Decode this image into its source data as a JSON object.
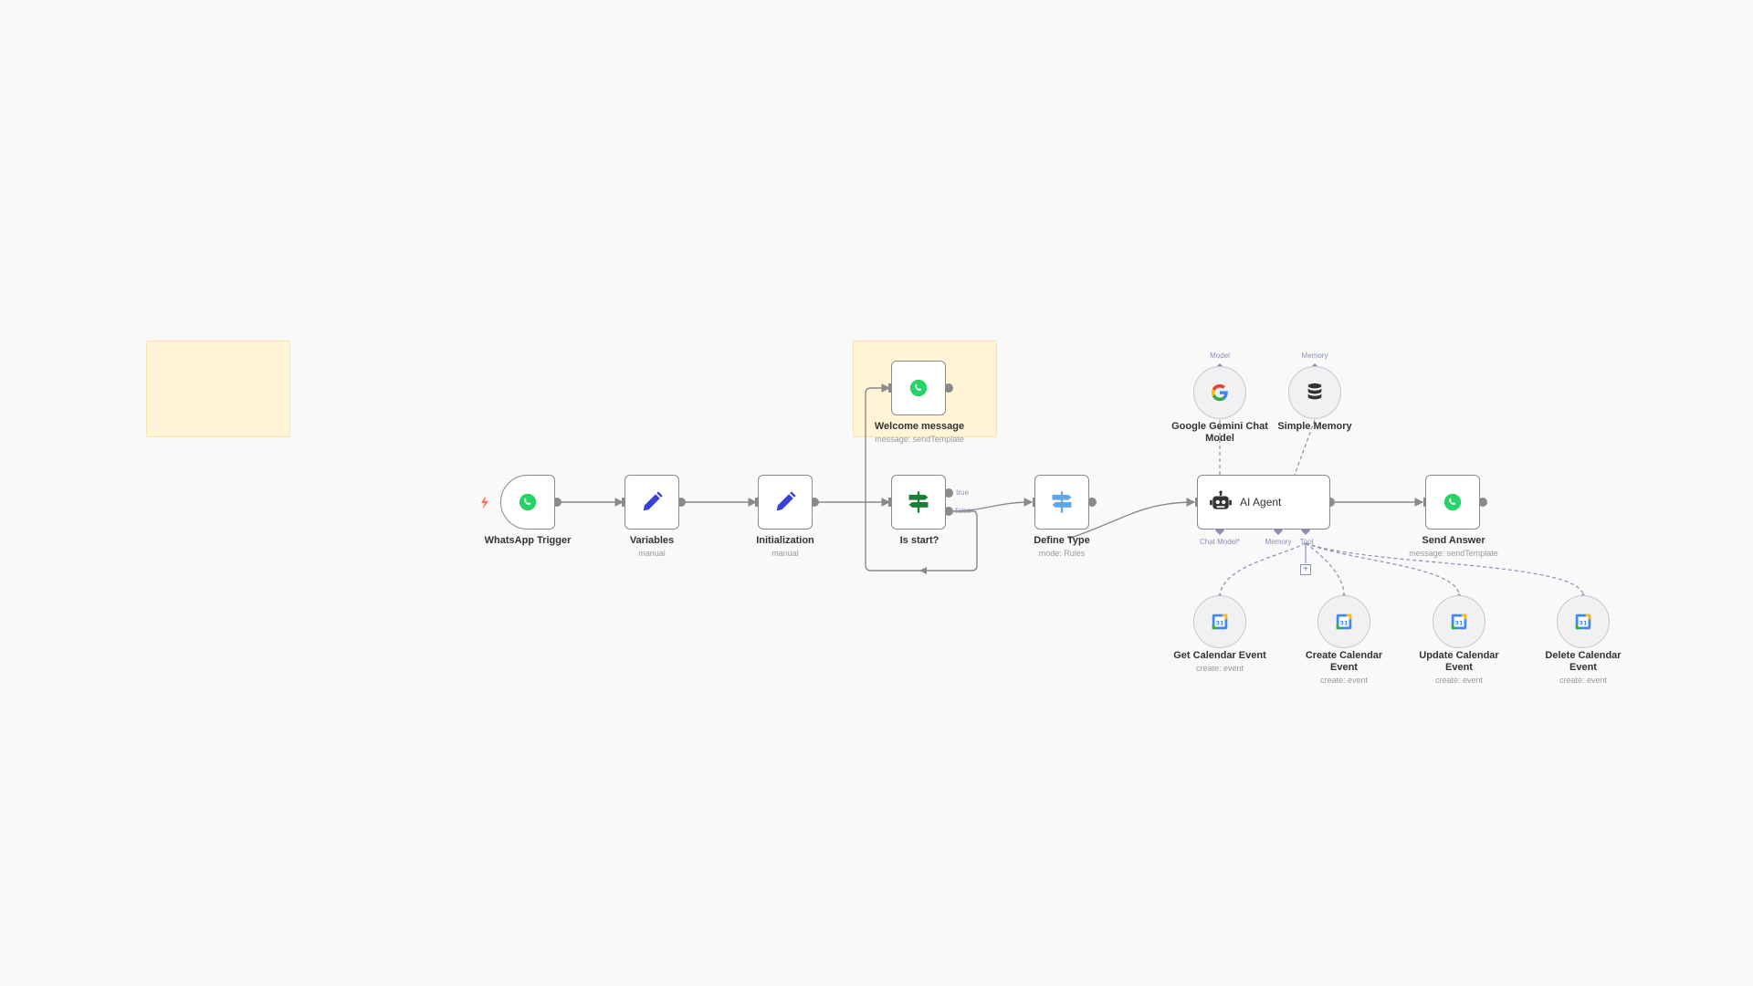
{
  "nodes": {
    "whatsapp_trigger": {
      "label": "WhatsApp Trigger"
    },
    "variables": {
      "label": "Variables",
      "sub": "manual"
    },
    "initialization": {
      "label": "Initialization",
      "sub": "manual"
    },
    "welcome_message": {
      "label": "Welcome message",
      "sub": "message: sendTemplate"
    },
    "is_start": {
      "label": "Is start?",
      "true_label": "true",
      "false_label": "false"
    },
    "define_type": {
      "label": "Define Type",
      "sub": "mode: Rules"
    },
    "ai_agent": {
      "label": "AI Agent",
      "port_chat_model": "Chat Model*",
      "port_memory": "Memory",
      "port_tool": "Tool"
    },
    "send_answer": {
      "label": "Send Answer",
      "sub": "message: sendTemplate"
    },
    "gemini": {
      "label": "Google Gemini Chat Model",
      "top_port": "Model"
    },
    "simple_memory": {
      "label": "Simple Memory",
      "top_port": "Memory"
    },
    "get_event": {
      "label": "Get Calendar Event",
      "sub": "create: event"
    },
    "create_event": {
      "label": "Create Calendar Event",
      "sub": "create: event"
    },
    "update_event": {
      "label": "Update Calendar Event",
      "sub": "create: event"
    },
    "delete_event": {
      "label": "Delete Calendar Event",
      "sub": "create: event"
    }
  },
  "icons": {
    "whatsapp": "whatsapp-icon",
    "pencil": "pencil-icon",
    "signpost": "signpost-icon",
    "robot": "robot-icon",
    "google": "google-icon",
    "database": "database-icon",
    "calendar": "google-calendar-icon"
  },
  "colors": {
    "canvas": "#f9f9f9",
    "sticky": "#fff4d6",
    "whatsapp": "#25d366",
    "pencil": "#3a42d6",
    "signpost": "#1a7f37",
    "switch": "#5fa8e8",
    "ai_port": "#8a8fb3",
    "trigger_bolt": "#ff6d5a"
  }
}
